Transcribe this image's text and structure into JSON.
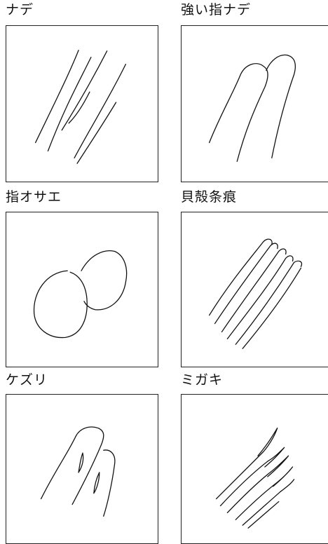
{
  "figure": {
    "cells": [
      {
        "id": "nade",
        "label": "ナデ"
      },
      {
        "id": "tsuyoi-yubi-nade",
        "label": "強い指ナデ"
      },
      {
        "id": "yubi-osae",
        "label": "指オサエ"
      },
      {
        "id": "kaigara-jouko",
        "label": "貝殻条痕"
      },
      {
        "id": "kezuri",
        "label": "ケズリ"
      },
      {
        "id": "migaki",
        "label": "ミガキ"
      }
    ]
  }
}
